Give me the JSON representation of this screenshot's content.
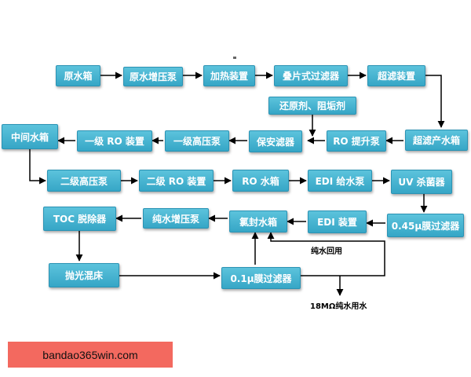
{
  "diagram": {
    "nodes": {
      "n1": "原水箱",
      "n2": "原水增压泵",
      "n3": "加热装置",
      "n4": "叠片式过滤器",
      "n5": "超滤装置",
      "n6": "还原剂、阻垢剂",
      "n7": "超滤产水箱",
      "n8": "RO 提升泵",
      "n9": "保安滤器",
      "n10": "一级高压泵",
      "n11": "一级 RO 装置",
      "n12": "中间水箱",
      "n13": "二级高压泵",
      "n14": "二级 RO 装置",
      "n15": "RO 水箱",
      "n16": "EDI 给水泵",
      "n17": "UV 杀菌器",
      "n18": "0.45μ膜过滤器",
      "n19": "EDI 装置",
      "n20": "氯封水箱",
      "n21": "纯水增压泵",
      "n22": "TOC 脱除器",
      "n23": "抛光混床",
      "n24": "0.1μ膜过滤器"
    },
    "notes": {
      "return_water": "纯水回用",
      "output_water": "18MΩ纯水用水"
    }
  },
  "watermark": {
    "text": "bandao365win.com"
  }
}
